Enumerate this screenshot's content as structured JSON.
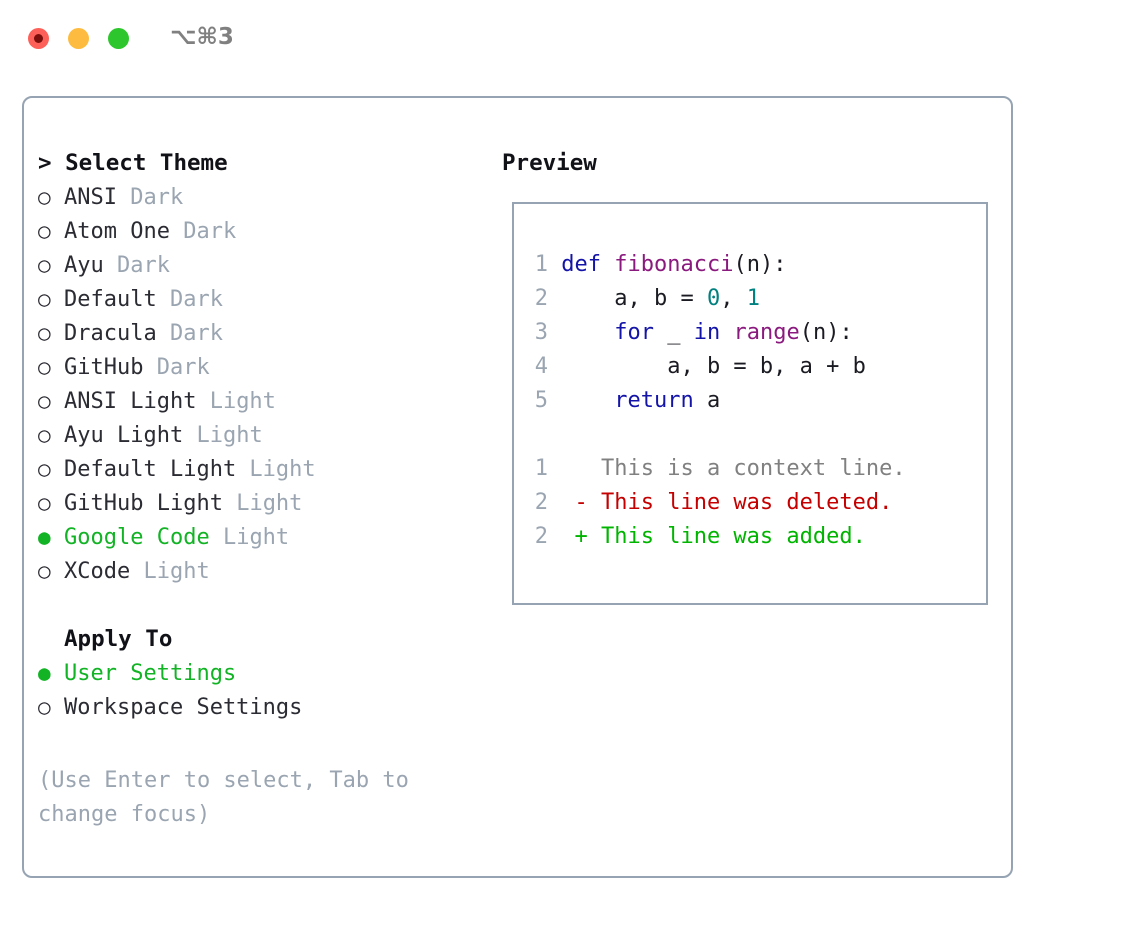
{
  "window": {
    "title": "⌥⌘3",
    "traffic_lights": [
      "close-red",
      "minimize-yellow",
      "maximize-green"
    ]
  },
  "theme_list": {
    "header": "> Select Theme",
    "header_prefix": "> ",
    "marker_selected": "●",
    "marker_unselected": "○",
    "items": [
      {
        "marker": "○",
        "name": "ANSI",
        "kind": "Dark",
        "selected": false
      },
      {
        "marker": "○",
        "name": "Atom One",
        "kind": "Dark",
        "selected": false
      },
      {
        "marker": "○",
        "name": "Ayu",
        "kind": "Dark",
        "selected": false
      },
      {
        "marker": "○",
        "name": "Default",
        "kind": "Dark",
        "selected": false
      },
      {
        "marker": "○",
        "name": "Dracula",
        "kind": "Dark",
        "selected": false
      },
      {
        "marker": "○",
        "name": "GitHub",
        "kind": "Dark",
        "selected": false
      },
      {
        "marker": "○",
        "name": "ANSI Light",
        "kind": "Light",
        "selected": false
      },
      {
        "marker": "○",
        "name": "Ayu Light",
        "kind": "Light",
        "selected": false
      },
      {
        "marker": "○",
        "name": "Default Light",
        "kind": "Light",
        "selected": false
      },
      {
        "marker": "○",
        "name": "GitHub Light",
        "kind": "Light",
        "selected": false
      },
      {
        "marker": "●",
        "name": "Google Code",
        "kind": "Light",
        "selected": true
      },
      {
        "marker": "○",
        "name": "XCode",
        "kind": "Light",
        "selected": false
      }
    ]
  },
  "apply_to": {
    "header": "Apply To",
    "options": [
      {
        "marker": "●",
        "label": "User Settings",
        "selected": true
      },
      {
        "marker": "○",
        "label": "Workspace Settings",
        "selected": false
      }
    ]
  },
  "hint": "(Use Enter to select, Tab to change focus)",
  "preview": {
    "title": "Preview",
    "code_lines": [
      {
        "num": "1",
        "tokens": [
          {
            "t": "def ",
            "c": "kw"
          },
          {
            "t": "fibonacci",
            "c": "fn"
          },
          {
            "t": "(n):",
            "c": "pln"
          }
        ]
      },
      {
        "num": "2",
        "tokens": [
          {
            "t": "    a, b = ",
            "c": "pln"
          },
          {
            "t": "0",
            "c": "num"
          },
          {
            "t": ", ",
            "c": "pln"
          },
          {
            "t": "1",
            "c": "num"
          }
        ]
      },
      {
        "num": "3",
        "tokens": [
          {
            "t": "    ",
            "c": "pln"
          },
          {
            "t": "for",
            "c": "kw"
          },
          {
            "t": " _ ",
            "c": "pln"
          },
          {
            "t": "in",
            "c": "kw"
          },
          {
            "t": " ",
            "c": "pln"
          },
          {
            "t": "range",
            "c": "fn"
          },
          {
            "t": "(n):",
            "c": "pln"
          }
        ]
      },
      {
        "num": "4",
        "tokens": [
          {
            "t": "        a, b = b, a + b",
            "c": "pln"
          }
        ]
      },
      {
        "num": "5",
        "tokens": [
          {
            "t": "    ",
            "c": "pln"
          },
          {
            "t": "return",
            "c": "kw"
          },
          {
            "t": " a",
            "c": "pln"
          }
        ]
      }
    ],
    "diff_lines": [
      {
        "num": "1",
        "sign": "  ",
        "text": "This is a context line.",
        "kind": "ctx"
      },
      {
        "num": "2",
        "sign": "- ",
        "text": "This line was deleted.",
        "kind": "del"
      },
      {
        "num": "2",
        "sign": "+ ",
        "text": "This line was added.",
        "kind": "add"
      }
    ]
  },
  "colors": {
    "accent_green": "#12b325",
    "muted": "#9aa5b1",
    "border": "#96a3b3",
    "keyword": "#1414a8",
    "function": "#8b1a7e",
    "number": "#00807f",
    "diff_deleted": "#c40000",
    "diff_added": "#00b400",
    "traffic_red": "#fc6058",
    "traffic_yellow": "#fdbc40",
    "traffic_green": "#2dc72d"
  }
}
